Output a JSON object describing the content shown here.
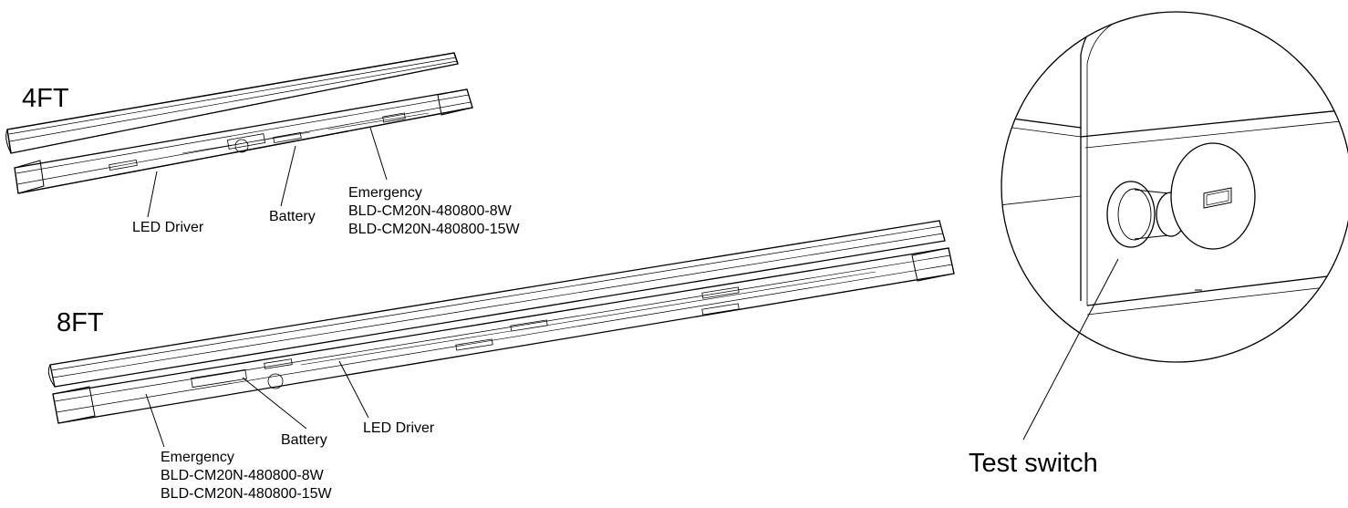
{
  "units": {
    "four_ft": {
      "title": "4FT",
      "led_driver_label": "LED Driver",
      "battery_label": "Battery",
      "emergency_label": "Emergency",
      "models": [
        "BLD-CM20N-480800-8W",
        "BLD-CM20N-480800-15W"
      ]
    },
    "eight_ft": {
      "title": "8FT",
      "led_driver_label": "LED Driver",
      "battery_label": "Battery",
      "emergency_label": "Emergency",
      "models": [
        "BLD-CM20N-480800-8W",
        "BLD-CM20N-480800-15W"
      ]
    }
  },
  "detail": {
    "test_switch_label": "Test switch"
  }
}
